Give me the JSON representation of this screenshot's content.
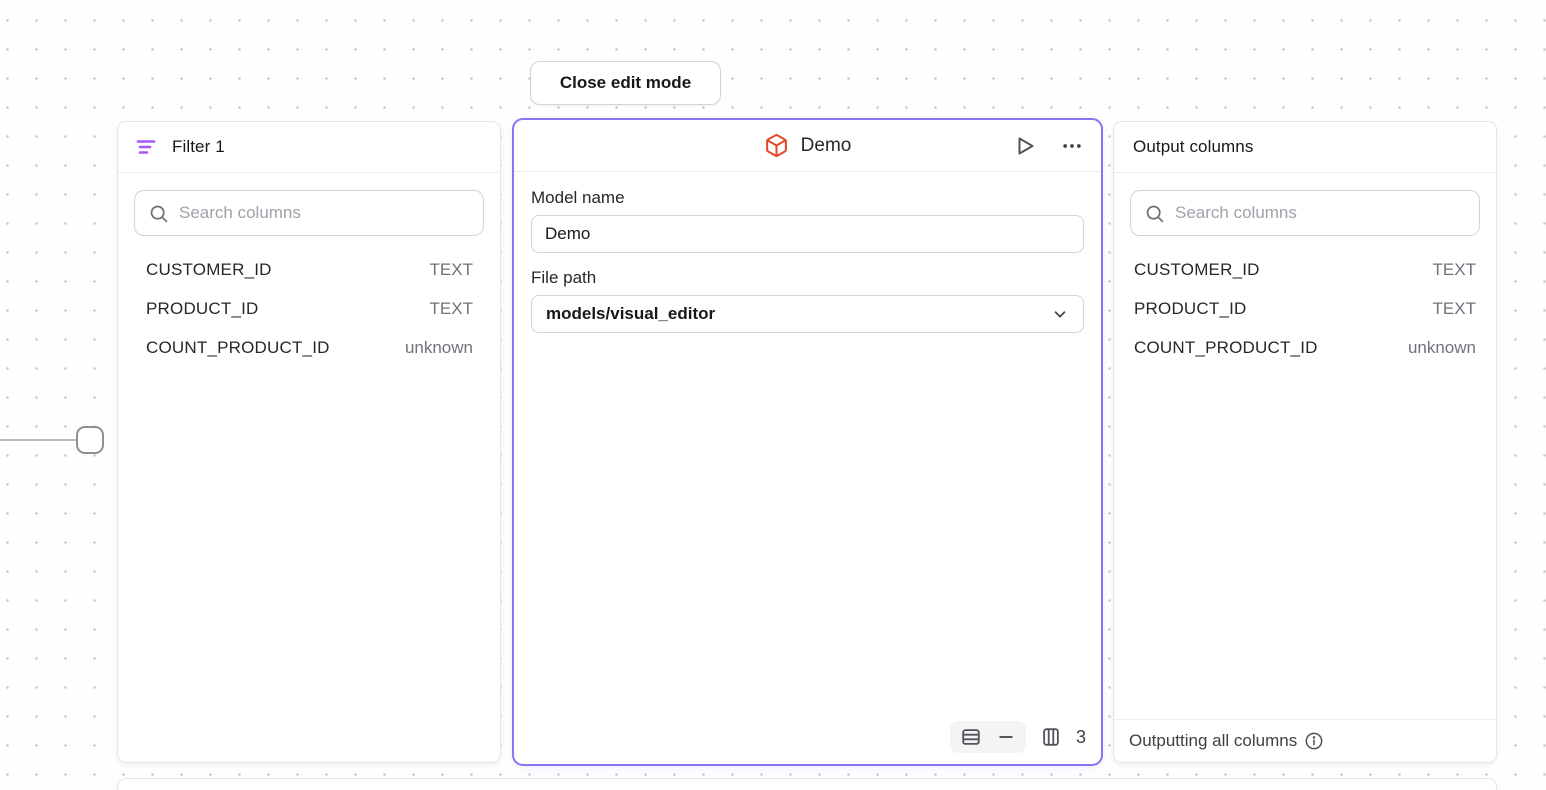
{
  "colors": {
    "accent_purple": "#8b74f3",
    "filter_icon_purple": "#a855f7",
    "model_icon_orange": "#e34a2e",
    "muted_text": "#71717a"
  },
  "toolbar": {
    "close_edit_mode_label": "Close edit mode"
  },
  "filter_panel": {
    "title": "Filter 1",
    "search": {
      "placeholder": "Search columns"
    },
    "columns": [
      {
        "name": "CUSTOMER_ID",
        "type": "TEXT"
      },
      {
        "name": "PRODUCT_ID",
        "type": "TEXT"
      },
      {
        "name": "COUNT_PRODUCT_ID",
        "type": "unknown"
      }
    ]
  },
  "model_panel": {
    "title": "Demo",
    "model_name": {
      "label": "Model name",
      "value": "Demo"
    },
    "file_path": {
      "label": "File path",
      "value": "models/visual_editor"
    },
    "footer": {
      "column_count": "3"
    }
  },
  "output_panel": {
    "title": "Output columns",
    "search": {
      "placeholder": "Search columns"
    },
    "columns": [
      {
        "name": "CUSTOMER_ID",
        "type": "TEXT"
      },
      {
        "name": "PRODUCT_ID",
        "type": "TEXT"
      },
      {
        "name": "COUNT_PRODUCT_ID",
        "type": "unknown"
      }
    ],
    "footer": {
      "status": "Outputting all columns"
    }
  }
}
